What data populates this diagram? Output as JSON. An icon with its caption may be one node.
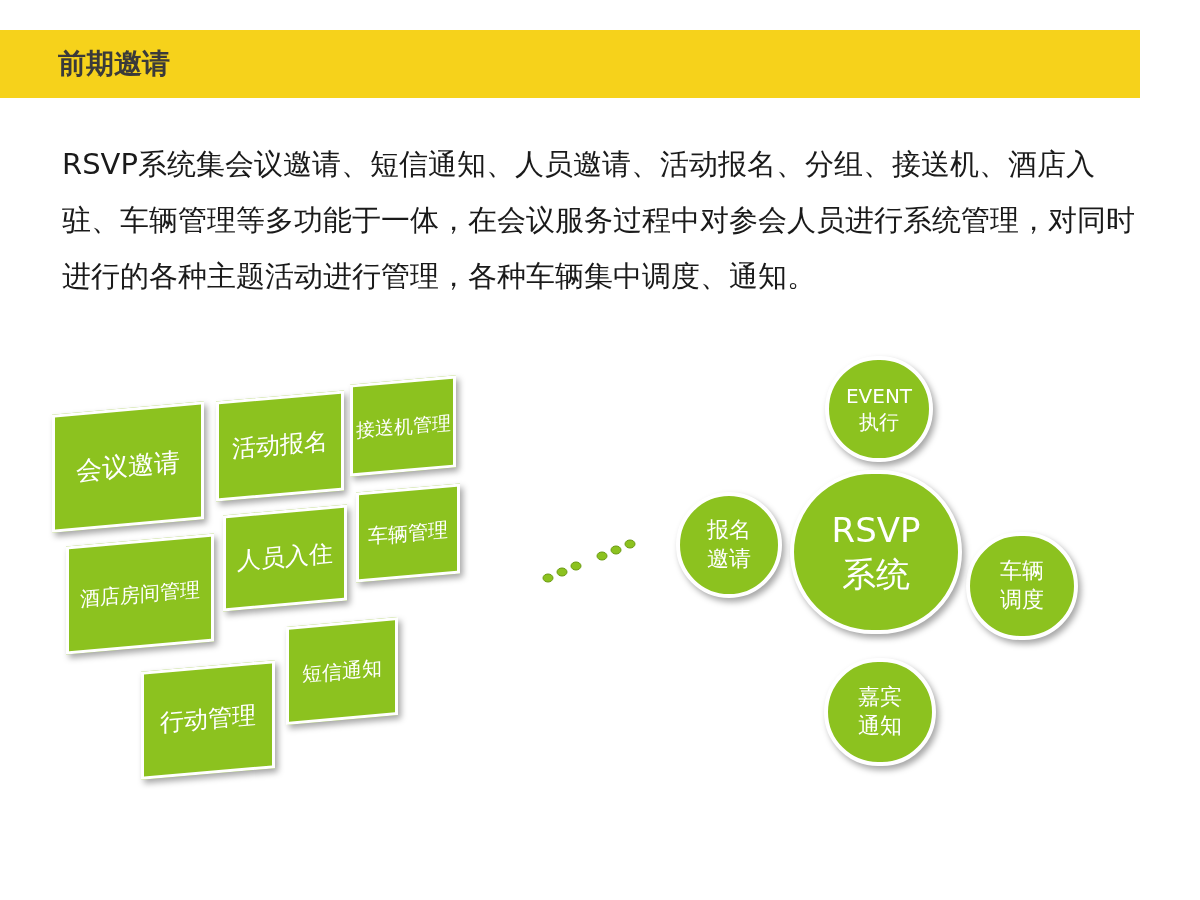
{
  "diagram": {
    "title": "前期邀请",
    "nodes": [
      {
        "text": [
          "会议邀请"
        ]
      },
      {
        "text": [
          "活动报名"
        ]
      },
      {
        "text": [
          "接送机管理"
        ]
      },
      {
        "text": [
          "酒店房间管理"
        ]
      },
      {
        "text": [
          "人员入住"
        ]
      },
      {
        "text": [
          "车辆管理"
        ]
      },
      {
        "text": [
          "行动管理"
        ]
      },
      {
        "text": [
          "短信通知"
        ]
      },
      {
        "text": [
          "EVENT执行"
        ]
      },
      {
        "text": [
          "报名邀请"
        ]
      },
      {
        "text": [
          "RSVP系统"
        ]
      },
      {
        "text": [
          "车辆调度"
        ]
      },
      {
        "text": [
          "嘉宾通知"
        ]
      }
    ],
    "labels": [
      "RSVP系统集会议邀请、短信通知、人员邀请、活动报名、分组、接送机、酒店入驻、车辆管理等多功能于一体，在会议服务过程中对参会人员进行系统管理，对同时进行的各种主题活动进行管理，各种车辆集中调度、通知。"
    ]
  }
}
